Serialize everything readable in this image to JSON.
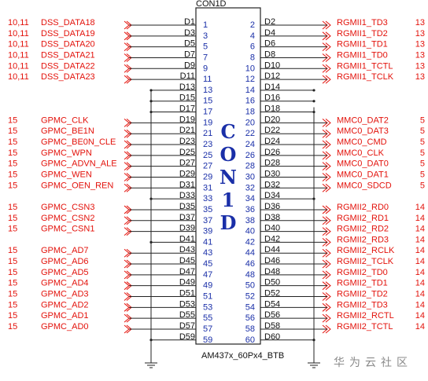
{
  "component": {
    "refdes": "CON1D",
    "part_name": "AM437x_60Px4_BTB",
    "body_letters": [
      "C",
      "O",
      "N",
      "1",
      "D"
    ]
  },
  "left_nets": [
    {
      "sheet": "10,11",
      "name": "DSS_DATA18",
      "ep": "D1",
      "pin": "1"
    },
    {
      "sheet": "10,11",
      "name": "DSS_DATA19",
      "ep": "D3",
      "pin": "3"
    },
    {
      "sheet": "10,11",
      "name": "DSS_DATA20",
      "ep": "D5",
      "pin": "5"
    },
    {
      "sheet": "10,11",
      "name": "DSS_DATA21",
      "ep": "D7",
      "pin": "7"
    },
    {
      "sheet": "10,11",
      "name": "DSS_DATA22",
      "ep": "D9",
      "pin": "9"
    },
    {
      "sheet": "10,11",
      "name": "DSS_DATA23",
      "ep": "D11",
      "pin": "11"
    },
    {
      "sheet": "",
      "name": "",
      "ep": "D13",
      "pin": "13"
    },
    {
      "sheet": "",
      "name": "",
      "ep": "D15",
      "pin": "15"
    },
    {
      "sheet": "",
      "name": "",
      "ep": "D17",
      "pin": "17"
    },
    {
      "sheet": "15",
      "name": "GPMC_CLK",
      "ep": "D19",
      "pin": "19"
    },
    {
      "sheet": "15",
      "name": "GPMC_BE1N",
      "ep": "D21",
      "pin": "21"
    },
    {
      "sheet": "15",
      "name": "GPMC_BE0N_CLE",
      "ep": "D23",
      "pin": "23"
    },
    {
      "sheet": "15",
      "name": "GPMC_WPN",
      "ep": "D25",
      "pin": "25"
    },
    {
      "sheet": "15",
      "name": "GPMC_ADVN_ALE",
      "ep": "D27",
      "pin": "27"
    },
    {
      "sheet": "15",
      "name": "GPMC_WEN",
      "ep": "D29",
      "pin": "29"
    },
    {
      "sheet": "15",
      "name": "GPMC_OEN_REN",
      "ep": "D31",
      "pin": "31"
    },
    {
      "sheet": "",
      "name": "",
      "ep": "D33",
      "pin": "33"
    },
    {
      "sheet": "15",
      "name": "GPMC_CSN3",
      "ep": "D35",
      "pin": "35"
    },
    {
      "sheet": "15",
      "name": "GPMC_CSN2",
      "ep": "D37",
      "pin": "37"
    },
    {
      "sheet": "15",
      "name": "GPMC_CSN1",
      "ep": "D39",
      "pin": "39"
    },
    {
      "sheet": "",
      "name": "",
      "ep": "D41",
      "pin": "41"
    },
    {
      "sheet": "15",
      "name": "GPMC_AD7",
      "ep": "D43",
      "pin": "43"
    },
    {
      "sheet": "15",
      "name": "GPMC_AD6",
      "ep": "D45",
      "pin": "45"
    },
    {
      "sheet": "15",
      "name": "GPMC_AD5",
      "ep": "D47",
      "pin": "47"
    },
    {
      "sheet": "15",
      "name": "GPMC_AD4",
      "ep": "D49",
      "pin": "49"
    },
    {
      "sheet": "15",
      "name": "GPMC_AD3",
      "ep": "D51",
      "pin": "51"
    },
    {
      "sheet": "15",
      "name": "GPMC_AD2",
      "ep": "D53",
      "pin": "53"
    },
    {
      "sheet": "15",
      "name": "GPMC_AD1",
      "ep": "D55",
      "pin": "55"
    },
    {
      "sheet": "15",
      "name": "GPMC_AD0",
      "ep": "D57",
      "pin": "57"
    },
    {
      "sheet": "",
      "name": "",
      "ep": "D59",
      "pin": "59"
    }
  ],
  "right_nets": [
    {
      "pin": "2",
      "ep": "D2",
      "name": "RGMII1_TD3",
      "sheet": "13"
    },
    {
      "pin": "4",
      "ep": "D4",
      "name": "RGMII1_TD2",
      "sheet": "13"
    },
    {
      "pin": "6",
      "ep": "D6",
      "name": "RGMII1_TD1",
      "sheet": "13"
    },
    {
      "pin": "8",
      "ep": "D8",
      "name": "RGMII1_TD0",
      "sheet": "13"
    },
    {
      "pin": "10",
      "ep": "D10",
      "name": "RGMII1_TCTL",
      "sheet": "13"
    },
    {
      "pin": "12",
      "ep": "D12",
      "name": "RGMII1_TCLK",
      "sheet": "13"
    },
    {
      "pin": "14",
      "ep": "D14",
      "name": "",
      "sheet": ""
    },
    {
      "pin": "16",
      "ep": "D16",
      "name": "",
      "sheet": ""
    },
    {
      "pin": "18",
      "ep": "D18",
      "name": "",
      "sheet": ""
    },
    {
      "pin": "20",
      "ep": "D20",
      "name": "MMC0_DAT2",
      "sheet": "5"
    },
    {
      "pin": "22",
      "ep": "D22",
      "name": "MMC0_DAT3",
      "sheet": "5"
    },
    {
      "pin": "24",
      "ep": "D24",
      "name": "MMC0_CMD",
      "sheet": "5"
    },
    {
      "pin": "26",
      "ep": "D26",
      "name": "MMC0_CLK",
      "sheet": "5"
    },
    {
      "pin": "28",
      "ep": "D28",
      "name": "MMC0_DAT0",
      "sheet": "5"
    },
    {
      "pin": "30",
      "ep": "D30",
      "name": "MMC0_DAT1",
      "sheet": "5"
    },
    {
      "pin": "32",
      "ep": "D32",
      "name": "MMC0_SDCD",
      "sheet": "5"
    },
    {
      "pin": "34",
      "ep": "D34",
      "name": "",
      "sheet": ""
    },
    {
      "pin": "36",
      "ep": "D36",
      "name": "RGMII2_RD0",
      "sheet": "14"
    },
    {
      "pin": "38",
      "ep": "D38",
      "name": "RGMII2_RD1",
      "sheet": "14"
    },
    {
      "pin": "40",
      "ep": "D40",
      "name": "RGMII2_RD2",
      "sheet": "14"
    },
    {
      "pin": "42",
      "ep": "D42",
      "name": "RGMII2_RD3",
      "sheet": "14"
    },
    {
      "pin": "44",
      "ep": "D44",
      "name": "RGMII2_RCLK",
      "sheet": "14"
    },
    {
      "pin": "46",
      "ep": "D46",
      "name": "RGMII2_TCLK",
      "sheet": "14"
    },
    {
      "pin": "48",
      "ep": "D48",
      "name": "RGMII2_TD0",
      "sheet": "14"
    },
    {
      "pin": "50",
      "ep": "D50",
      "name": "RGMII2_TD1",
      "sheet": "14"
    },
    {
      "pin": "52",
      "ep": "D52",
      "name": "RGMII2_TD2",
      "sheet": "14"
    },
    {
      "pin": "54",
      "ep": "D54",
      "name": "RGMII2_TD3",
      "sheet": "14"
    },
    {
      "pin": "56",
      "ep": "D56",
      "name": "RGMII2_RCTL",
      "sheet": "14"
    },
    {
      "pin": "58",
      "ep": "D58",
      "name": "RGMII2_TCTL",
      "sheet": "14"
    },
    {
      "pin": "60",
      "ep": "D60",
      "name": "",
      "sheet": ""
    }
  ],
  "watermark": "华为云社区",
  "colors": {
    "net": "#e3120b",
    "pin": "#1a2fa8",
    "wire": "#222222"
  }
}
